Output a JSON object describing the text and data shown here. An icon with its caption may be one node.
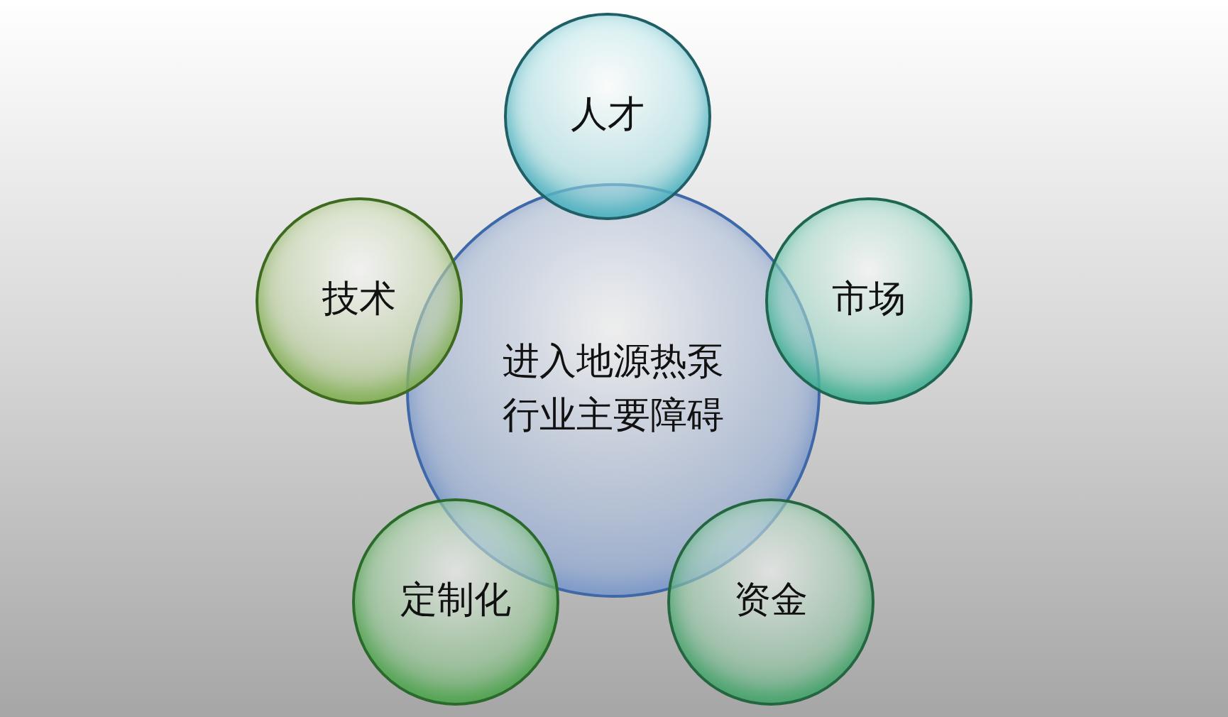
{
  "diagram": {
    "nodes": [
      {
        "text": [
          "进入地源热泵行业主要障碍"
        ]
      },
      {
        "text": [
          "人才"
        ]
      },
      {
        "text": [
          "技术"
        ]
      },
      {
        "text": [
          "市场"
        ]
      },
      {
        "text": [
          "定制化"
        ]
      },
      {
        "text": [
          "资金"
        ]
      }
    ]
  }
}
